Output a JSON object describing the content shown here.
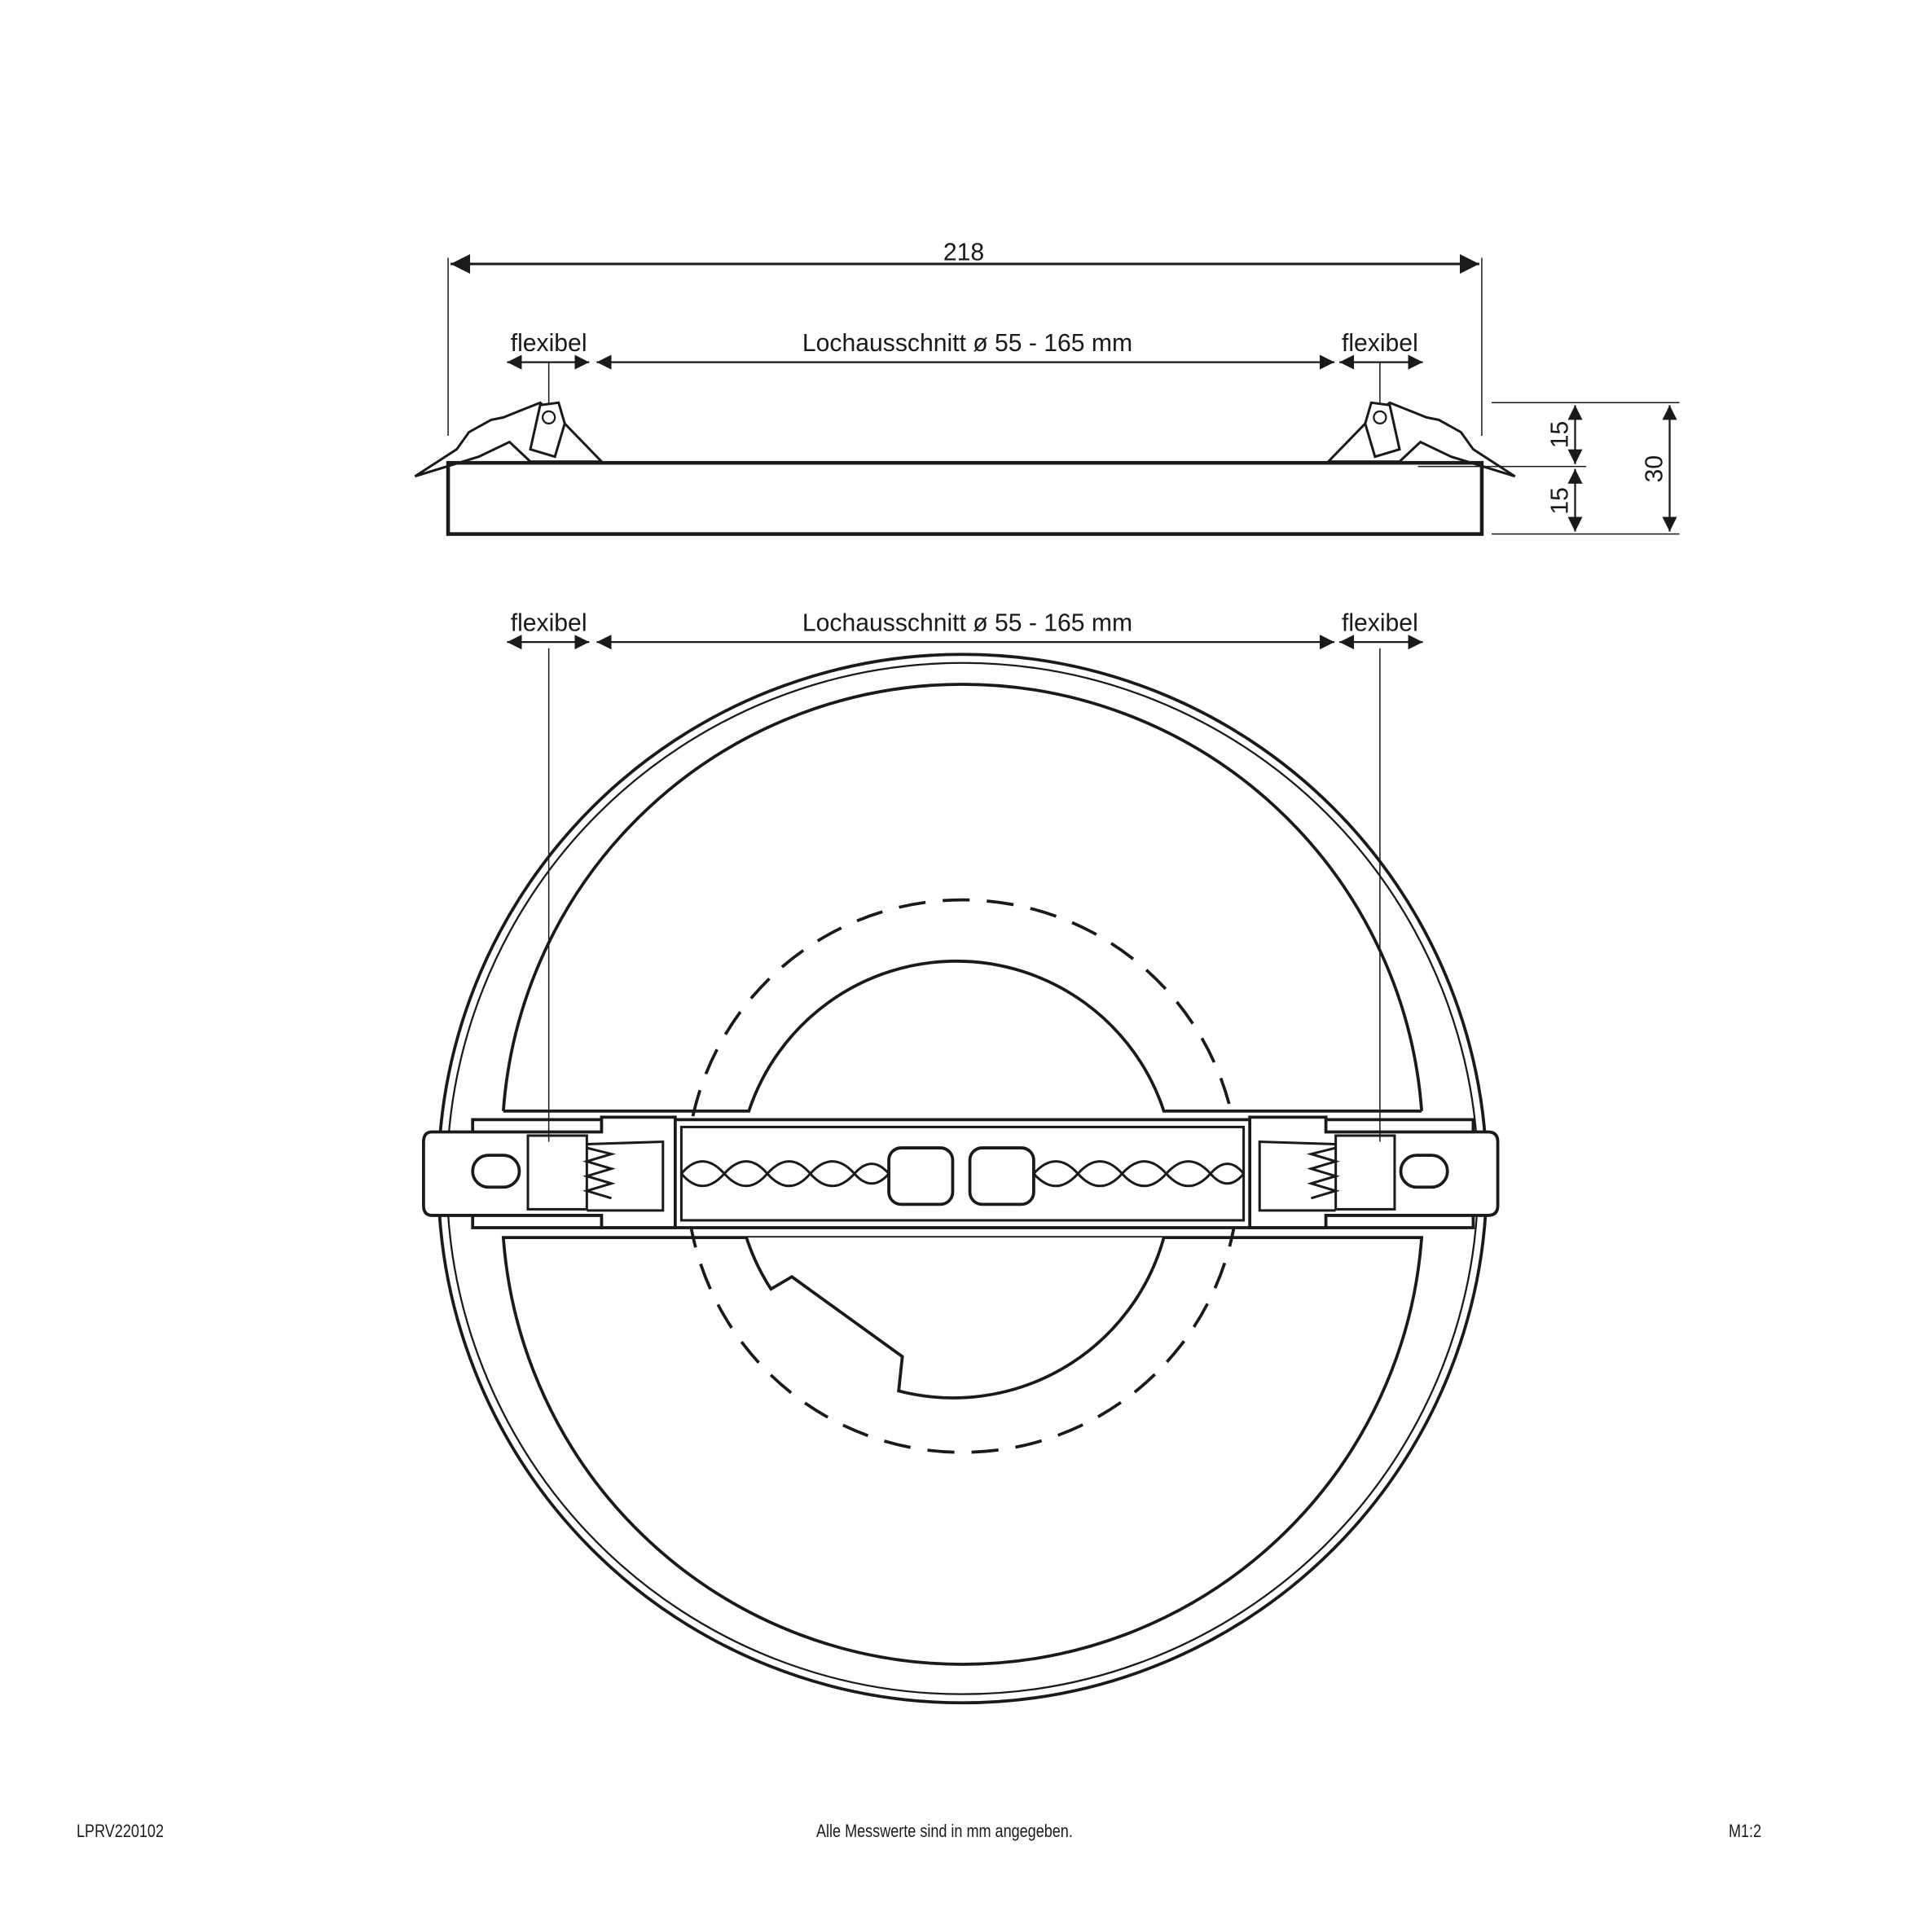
{
  "drawing": {
    "overall_width": "218",
    "flexible_label": "flexibel",
    "cutout_label": "Lochausschnitt ø 55 - 165 mm",
    "height_upper": "15",
    "height_lower": "15",
    "height_total": "30"
  },
  "footer": {
    "article_number": "LPRV220102",
    "note": "Alle Messwerte sind in mm angegeben.",
    "scale": "M1:2"
  },
  "colors": {
    "line": "#1a1a1a",
    "background": "#ffffff"
  }
}
